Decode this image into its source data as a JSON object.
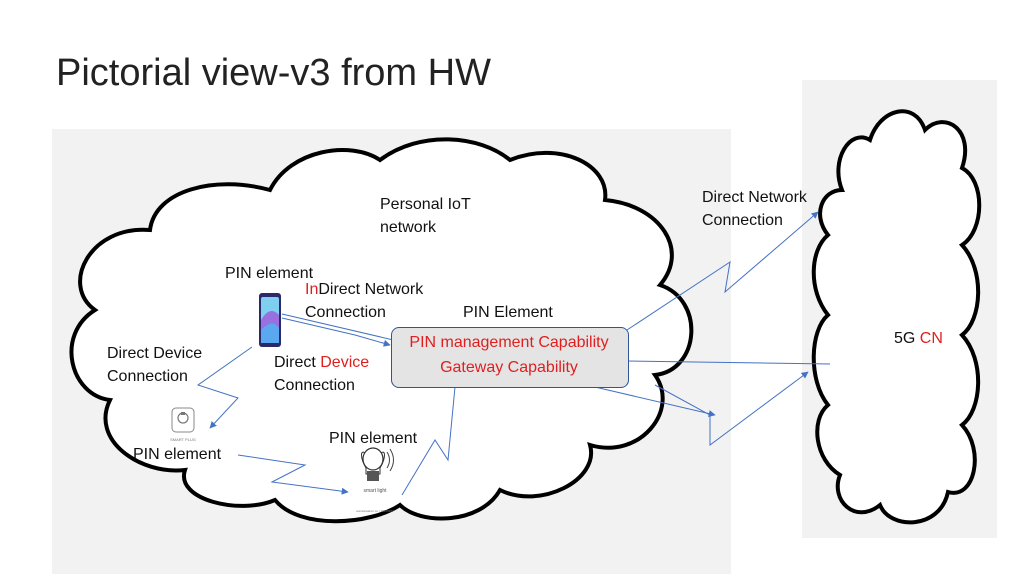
{
  "slide": {
    "title": "Pictorial view-v3 from HW"
  },
  "labels": {
    "personal_iot_line1": "Personal IoT",
    "personal_iot_line2": "network",
    "pin_element_top": "PIN element",
    "indirect_prefix": "In",
    "indirect_rest": "Direct Network",
    "indirect_line2": "Connection",
    "pin_element_center": "PIN Element",
    "direct_device_left_line1": "Direct Device",
    "direct_device_left_line2": "Connection",
    "direct_word": "Direct ",
    "device_word": "Device",
    "direct_device_mid_line2": "Connection",
    "pin_element_bottom_left": "PIN element",
    "pin_element_bottom_center": "PIN element",
    "direct_network_line1": "Direct Network",
    "direct_network_line2": "Connection",
    "core_prefix": "5G ",
    "core_suffix": "CN"
  },
  "pin_box": {
    "line1": "PIN management Capability",
    "line2": "Gateway Capability"
  },
  "device_text": {
    "plug_caption": "SMART PLUG",
    "bulb_caption": "smart light",
    "bulb_small": "anodoriaaivm.co / 25070677"
  },
  "colors": {
    "arrow": "#4472c4",
    "highlight": "#e02020",
    "box_border": "#2f5597",
    "box_fill": "#e4e4e4",
    "panel": "#f2f2f2"
  }
}
